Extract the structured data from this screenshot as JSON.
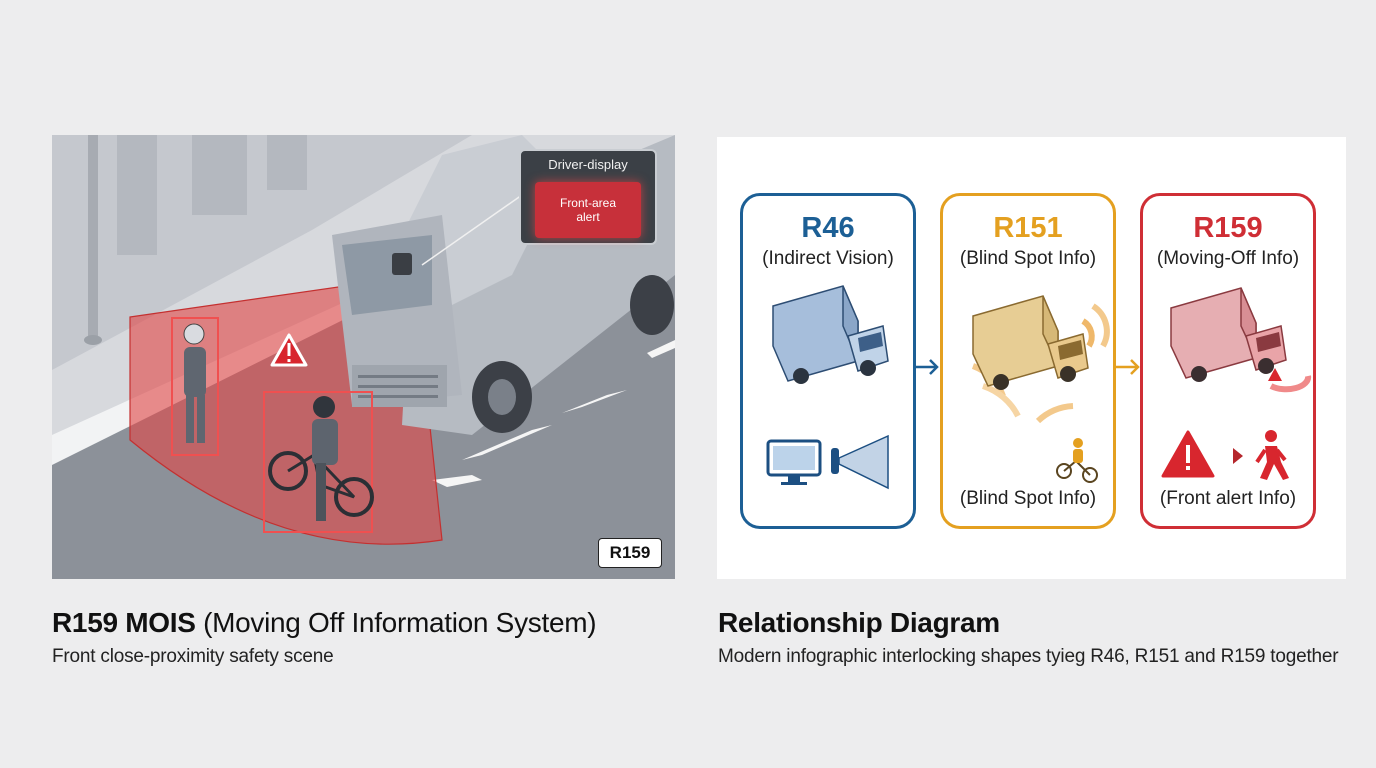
{
  "left_panel": {
    "display_title": "Driver-display",
    "display_alert": "Front-area alert",
    "tag": "R159",
    "icons": [
      "warning-icon",
      "truck-icon",
      "pedestrian-icon",
      "cyclist-icon",
      "camera-icon"
    ]
  },
  "left_caption": {
    "title_bold": "R159 MOIS",
    "title_rest": "(Moving Off Information System)",
    "subtitle": "Front close-proximity safety scene"
  },
  "diagram": {
    "cards": [
      {
        "title": "R46",
        "subtitle": "(Indirect Vision)",
        "bottom": "",
        "color": "#1c5f95"
      },
      {
        "title": "R151",
        "subtitle": "(Blind Spot Info)",
        "bottom": "(Blind Spot Info)",
        "color": "#e4a020"
      },
      {
        "title": "R159",
        "subtitle": "(Moving-Off Info)",
        "bottom": "(Front alert Info)",
        "color": "#cf2e35"
      }
    ],
    "arrow_colors": [
      "#1c5f95",
      "#e4a020"
    ]
  },
  "right_caption": {
    "title": "Relationship Diagram",
    "subtitle": "Modern infographic interlocking shapes tyieg R46, R151 and R159 together"
  }
}
